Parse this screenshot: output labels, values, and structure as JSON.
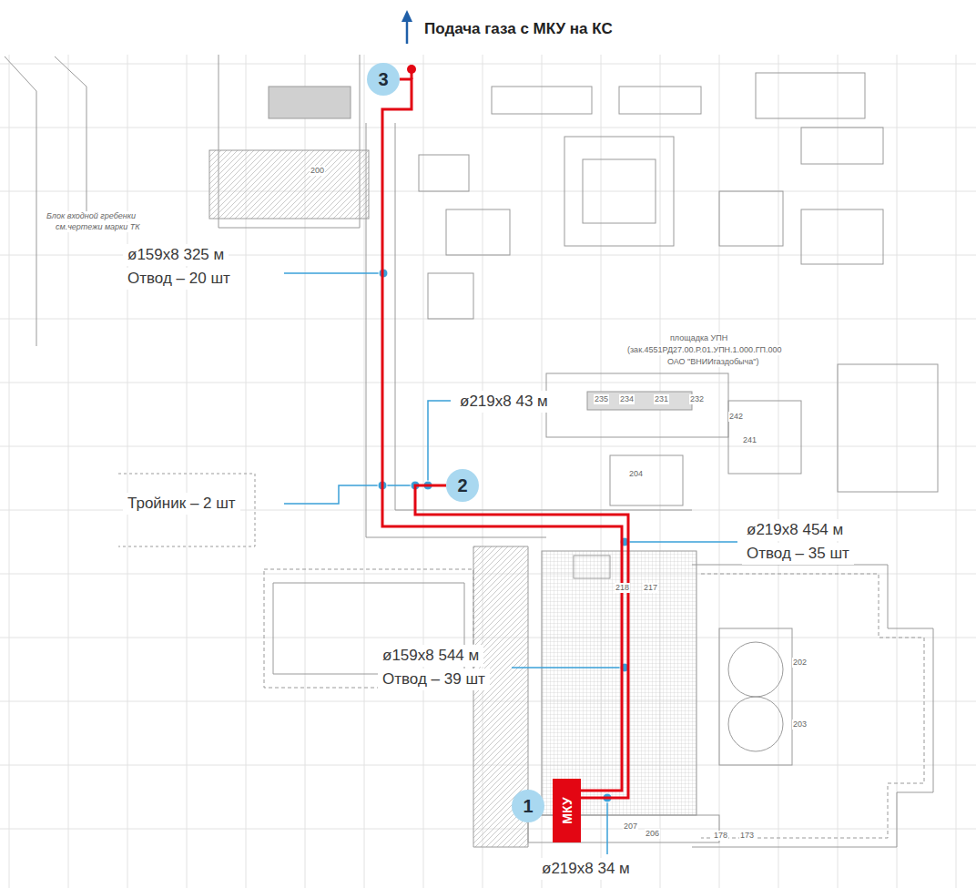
{
  "diagram": {
    "title": "Подача газа с МКУ на КС",
    "nodes": [
      {
        "text": [
          "3"
        ]
      },
      {
        "text": [
          "2"
        ]
      },
      {
        "text": [
          "МКУ"
        ]
      },
      {
        "text": [
          "1"
        ]
      }
    ],
    "edges": [
      {
        "from": 2,
        "to": 1,
        "arrow": "none"
      },
      {
        "from": 2,
        "to": 0,
        "arrow": "none"
      }
    ],
    "labels": [
      "ø159x8 325 м",
      "Отвод – 20 шт",
      "ø219x8 43 м",
      "Тройник – 2 шт",
      "ø219x8 454 м",
      "Отвод – 35 шт",
      "ø159x8 544 м",
      "Отвод – 39 шт",
      "ø219x8  34 м",
      "Блок входной гребенки",
      "см.чертежи марки ТК",
      "площадка УПН",
      "(зак.4551РД27.00.Р.01.УПН.1.000.ГП.000",
      "ОАО \"ВНИИгаздобыча\")",
      "200",
      "235",
      "234",
      "231",
      "232",
      "242",
      "241",
      "204",
      "217",
      "218",
      "202",
      "203",
      "207",
      "206",
      "178",
      "173"
    ]
  }
}
